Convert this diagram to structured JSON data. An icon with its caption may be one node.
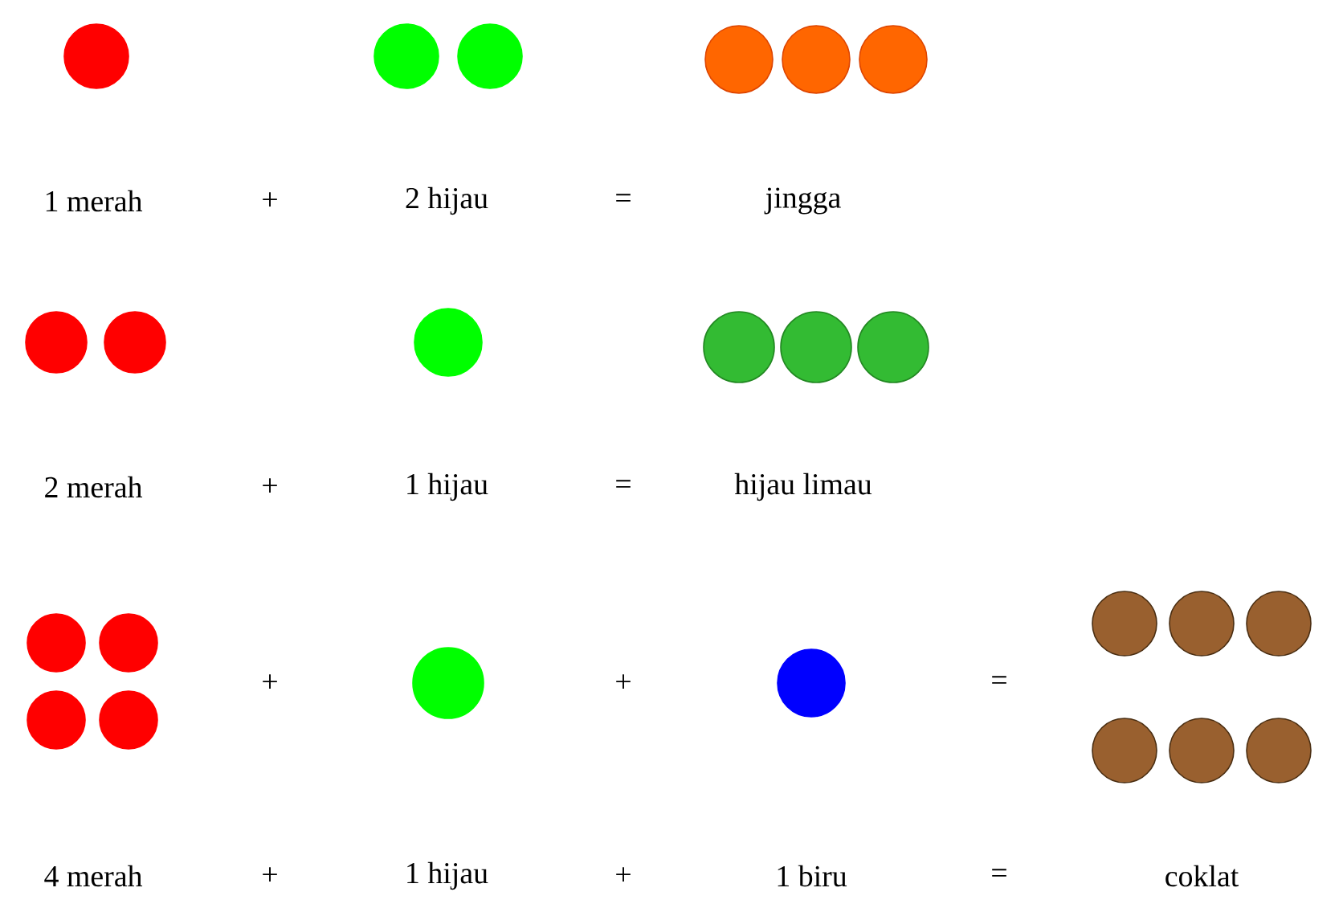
{
  "diagram": {
    "nodes": [
      {
        "text": [],
        "shape": "circle"
      },
      {
        "text": [],
        "shape": "circle"
      },
      {
        "text": [],
        "shape": "circle"
      },
      {
        "text": [],
        "shape": "circle"
      },
      {
        "text": [],
        "shape": "circle"
      },
      {
        "text": [],
        "shape": "circle"
      },
      {
        "text": [],
        "shape": "circle"
      },
      {
        "text": [],
        "shape": "circle"
      },
      {
        "text": [],
        "shape": "circle"
      },
      {
        "text": [],
        "shape": "circle"
      },
      {
        "text": [],
        "shape": "circle"
      },
      {
        "text": [],
        "shape": "circle"
      },
      {
        "text": [],
        "shape": "circle"
      },
      {
        "text": [],
        "shape": "circle"
      },
      {
        "text": [],
        "shape": "circle"
      },
      {
        "text": [],
        "shape": "circle"
      },
      {
        "text": [],
        "shape": "circle"
      },
      {
        "text": [],
        "shape": "circle"
      },
      {
        "text": [],
        "shape": "circle"
      },
      {
        "text": [],
        "shape": "circle"
      },
      {
        "text": [],
        "shape": "circle"
      },
      {
        "text": [],
        "shape": "circle"
      },
      {
        "text": [],
        "shape": "circle"
      },
      {
        "text": [],
        "shape": "circle"
      }
    ],
    "labels": [
      "1 merah",
      "+",
      "2 hijau",
      "=",
      "jingga",
      "2 merah",
      "+",
      "1 hijau",
      "=",
      "hijau limau",
      "+",
      "+",
      "=",
      "4 merah",
      "+",
      "1 hijau",
      "+",
      "1 biru",
      "=",
      "coklat"
    ]
  }
}
